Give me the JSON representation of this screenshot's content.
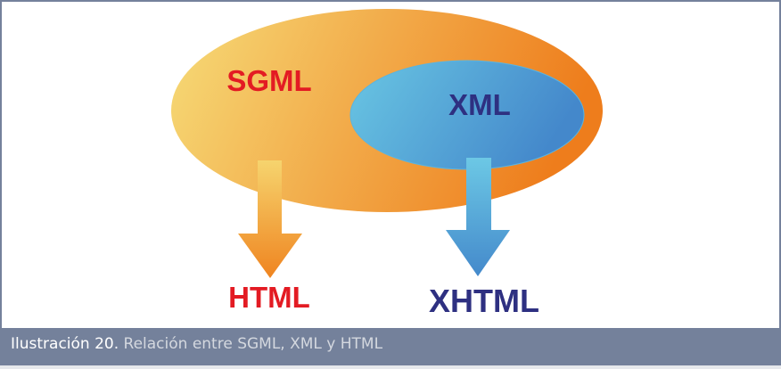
{
  "diagram": {
    "sgml_label": "SGML",
    "xml_label": "XML",
    "html_label": "HTML",
    "xhtml_label": "XHTML"
  },
  "caption": {
    "label": "Ilustración 20.",
    "text": "Relación entre SGML, XML y HTML"
  },
  "colors": {
    "sgml_text": "#e31b23",
    "xml_text": "#2e3081",
    "frame": "#74819b"
  }
}
